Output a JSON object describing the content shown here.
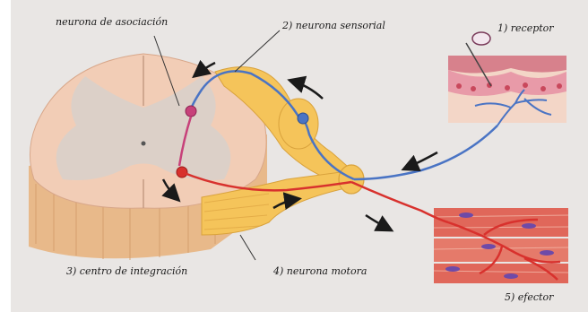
{
  "labels": {
    "association_neuron": "neurona de asociación",
    "sensory_neuron": "2) neurona sensorial",
    "receptor": "1) receptor",
    "integration_center": "3) centro de integración",
    "motor_neuron": "4) neurona motora",
    "effector": "5) efector"
  },
  "colors": {
    "background": "#e9e6e4",
    "cord_white_matter": "#f2cdb6",
    "cord_gray_matter": "#dcd0c8",
    "cord_side": "#e8b98a",
    "nerve_yellow": "#f5c45a",
    "sensory_blue": "#4a74c4",
    "motor_red": "#d8312d",
    "skin_pink": "#e89aa8",
    "muscle_red": "#e0675a"
  },
  "icons": [
    "pain-stimulus-pin-icon",
    "direction-arrow-icon"
  ]
}
